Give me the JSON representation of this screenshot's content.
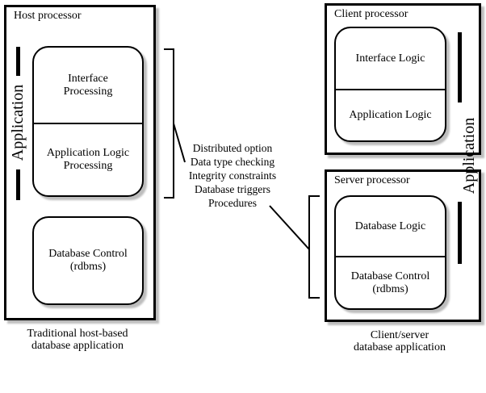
{
  "host": {
    "label": "Host processor",
    "unit_top": {
      "row1_line1": "Interface",
      "row1_line2": "Processing",
      "row2_line1": "Application Logic",
      "row2_line2": "Processing"
    },
    "unit_db": {
      "line1": "Database Control",
      "line2": "(rdbms)"
    }
  },
  "client": {
    "label": "Client processor",
    "row1": "Interface Logic",
    "row2": "Application Logic"
  },
  "server": {
    "label": "Server processor",
    "row1": "Database Logic",
    "row2_line1": "Database Control",
    "row2_line2": "(rdbms)"
  },
  "side_labels": {
    "left": "Application",
    "right": "Application"
  },
  "annotations": {
    "lines": [
      "Distributed option",
      "Data type checking",
      "Integrity constraints",
      "Database triggers",
      "Procedures"
    ]
  },
  "captions": {
    "left_line1": "Traditional host-based",
    "left_line2": "database application",
    "right_line1": "Client/server",
    "right_line2": "database application"
  },
  "colors": {
    "line": "#000000",
    "shadow": "#bdbdbd",
    "background": "#ffffff"
  }
}
